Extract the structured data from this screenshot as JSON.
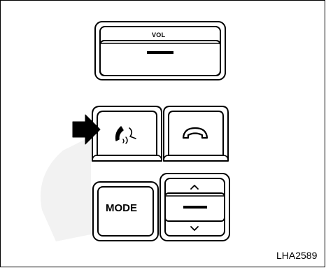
{
  "switches": {
    "volume": {
      "label": "VOL",
      "icon": "minus-bar-icon"
    },
    "talk": {
      "icon": "phone-voice-icon",
      "pointer": "arrow-right-icon"
    },
    "hang_up": {
      "icon": "phone-hangup-icon"
    },
    "mode": {
      "label": "MODE"
    },
    "tuner": {
      "up_icon": "chevron-up-icon",
      "center_icon": "minus-bar-icon",
      "down_icon": "chevron-down-icon"
    }
  },
  "figure_code": "LHA2589",
  "colors": {
    "line": "#000000",
    "background": "#ffffff",
    "shadow": "#e9e9e9"
  }
}
